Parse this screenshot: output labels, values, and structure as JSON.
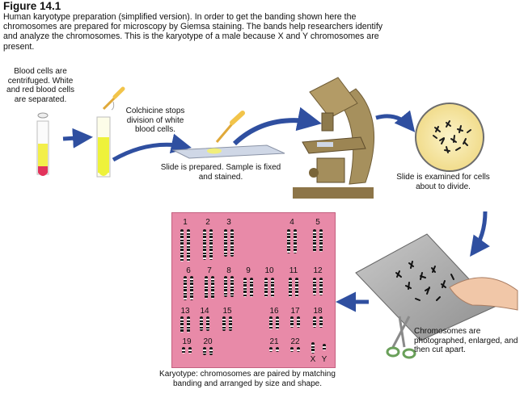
{
  "figure": {
    "title": "Figure 14.1",
    "caption": "Human karyotype preparation (simplified version). In order to get the banding shown here the chromosomes are prepared for microscopy by Giemsa staining. The bands help researchers identify and analyze the chromosomes. This is the karyotype of a male because X and Y chromosomes are present."
  },
  "steps": {
    "blood": "Blood cells are centrifuged. White and red blood cells are separated.",
    "colchicine": "Colchicine stops division of white blood cells.",
    "slide": "Slide is prepared. Sample is fixed and stained.",
    "examine": "Slide is examined for cells about to divide.",
    "photograph": "Chromosomes are photographed, enlarged, and then cut apart.",
    "karyotype": "Karyotype: chromosomes are paired by matching banding and arranged by size and shape."
  },
  "karyotype_numbers": [
    "1",
    "2",
    "3",
    "4",
    "5",
    "6",
    "7",
    "8",
    "9",
    "10",
    "11",
    "12",
    "13",
    "14",
    "15",
    "16",
    "17",
    "18",
    "19",
    "20",
    "21",
    "22",
    "X",
    "Y"
  ],
  "colors": {
    "arrow": "#2f4fa0",
    "karyotype_bg": "#e88aa8",
    "tube_liquid": "#f3ef4a",
    "microscope": "#a08a5a"
  }
}
